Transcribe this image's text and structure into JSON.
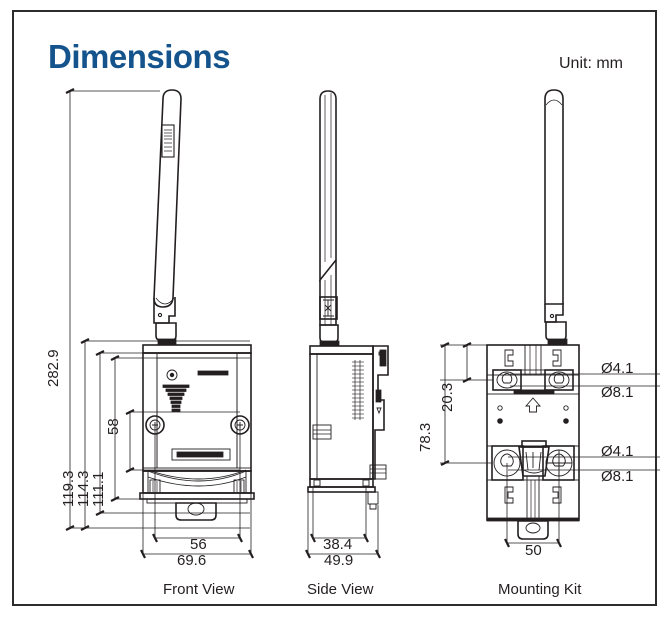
{
  "page": {
    "title": "Dimensions",
    "unit_note": "Unit: mm",
    "accent_color": "#14538c",
    "line_color": "#231f20",
    "background": "#ffffff"
  },
  "views": [
    {
      "id": "front",
      "label": "Front View"
    },
    {
      "id": "side",
      "label": "Side View"
    },
    {
      "id": "mount",
      "label": "Mounting Kit"
    }
  ],
  "dimensions": {
    "front_view": {
      "vertical": [
        {
          "value": "282.9",
          "orientation": "vertical",
          "desc": "overall-height-with-antenna"
        },
        {
          "value": "119.3",
          "orientation": "vertical",
          "desc": "body-height-overall"
        },
        {
          "value": "114.3",
          "orientation": "vertical",
          "desc": "body-height-inner"
        },
        {
          "value": "111.1",
          "orientation": "vertical",
          "desc": "body-height-case"
        },
        {
          "value": "58",
          "orientation": "vertical",
          "desc": "mounting-hole-spacing"
        }
      ],
      "horizontal": [
        {
          "value": "56",
          "orientation": "horizontal",
          "desc": "body-width-inner"
        },
        {
          "value": "69.6",
          "orientation": "horizontal",
          "desc": "body-width-overall"
        }
      ]
    },
    "side_view": {
      "horizontal": [
        {
          "value": "38.4",
          "orientation": "horizontal",
          "desc": "body-depth-inner"
        },
        {
          "value": "49.9",
          "orientation": "horizontal",
          "desc": "body-depth-overall"
        }
      ]
    },
    "mounting_kit": {
      "vertical": [
        {
          "value": "78.3",
          "orientation": "vertical",
          "desc": "kit-height-overall"
        },
        {
          "value": "20.3",
          "orientation": "vertical",
          "desc": "top-hole-offset"
        }
      ],
      "horizontal": [
        {
          "value": "50",
          "orientation": "horizontal",
          "desc": "hole-spacing-width"
        }
      ],
      "diameters": [
        {
          "value": "Ø4.1",
          "desc": "top-hole-small-diameter"
        },
        {
          "value": "Ø8.1",
          "desc": "top-hole-large-diameter"
        },
        {
          "value": "Ø4.1",
          "desc": "bottom-hole-small-diameter"
        },
        {
          "value": "Ø8.1",
          "desc": "bottom-hole-large-diameter"
        }
      ]
    }
  }
}
